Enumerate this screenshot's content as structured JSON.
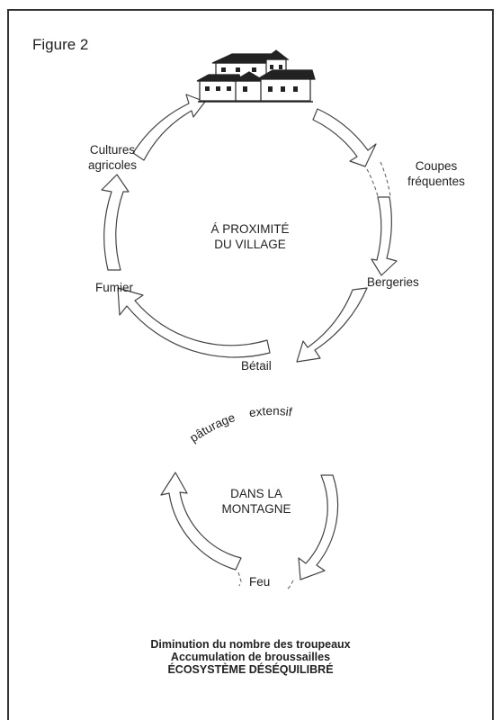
{
  "figure_label": "Figure 2",
  "top_cycle": {
    "center_line1": "Á PROXIMITÉ",
    "center_line2": "DU VILLAGE",
    "cultures_line1": "Cultures",
    "cultures_line2": "agricoles",
    "coupes_line1": "Coupes",
    "coupes_line2": "fréquentes",
    "bergeries": "Bergeries",
    "fumier": "Fumier",
    "betail": "Bétail"
  },
  "pasture": {
    "word1": "pâturage",
    "word2": "extensif"
  },
  "bottom_cycle": {
    "center_line1": "DANS LA",
    "center_line2": "MONTAGNE",
    "feu": "Feu"
  },
  "caption": {
    "line1": "Diminution du nombre des troupeaux",
    "line2": "Accumulation de broussailles",
    "line3": "ÉCOSYSTÈME DÉSÉQUILIBRÉ"
  }
}
